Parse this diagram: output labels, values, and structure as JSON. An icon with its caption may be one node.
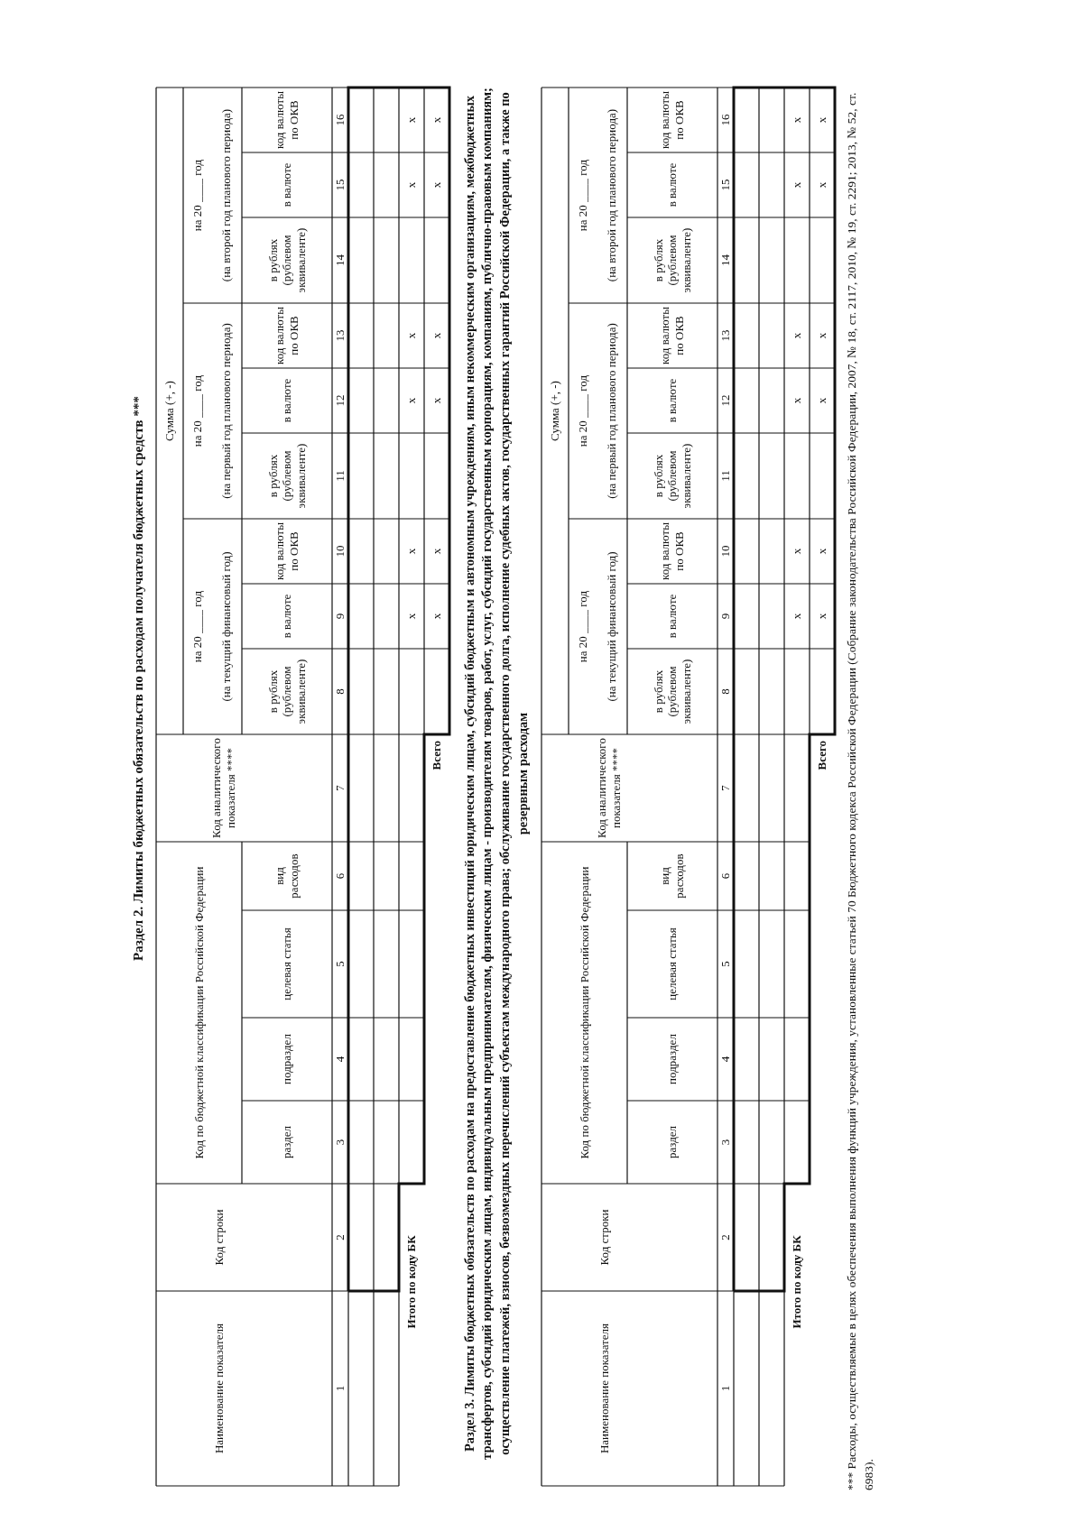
{
  "diagram": {
    "labels": [
      "Раздел 2. Лимиты бюджетных обязательств по расходам получателя бюджетных средств ***",
      "Наименование показателя",
      "Код строки",
      "Код по бюджетной классификации Российской Федерации",
      "Код аналитического показателя ****",
      "Сумма (+, -)",
      "на 20 ____ год",
      "(на текущий финансовый год)",
      "на 20 ____ год",
      "(на первый год планового периода)",
      "на 20 ____ год",
      "(на второй год планового периода)",
      "раздел",
      "подраздел",
      "целевая статья",
      "вид расходов",
      "в рублях (рублевом эквиваленте)",
      "в валюте",
      "код валюты по ОКВ",
      "в рублях (рублевом эквиваленте)",
      "в валюте",
      "код валюты по ОКВ",
      "в рублях (рублевом эквиваленте)",
      "в валюте",
      "код валюты по ОКВ",
      "1",
      "2",
      "3",
      "4",
      "5",
      "6",
      "7",
      "8",
      "9",
      "10",
      "11",
      "12",
      "13",
      "14",
      "15",
      "16",
      "Итого по коду БК",
      "x",
      "x",
      "x",
      "x",
      "x",
      "x",
      "Всего",
      "x",
      "x",
      "x",
      "x",
      "x",
      "x",
      "Раздел 3. Лимиты бюджетных обязательств по расходам на предоставление бюджетных инвестиций юридическим лицам, субсидий бюджетным и автономным учреждениям, иным некоммерческим организациям, межбюджетных трансфертов, субсидий юридическим лицам, индивидуальным предпринимателям, физическим лицам - производителям товаров, работ, услуг, субсидий государственным корпорациям, компаниям, публично-правовым компаниям; осуществление платежей, взносов, безвозмездных перечислений субъектам международного права; обслуживание государственного долга, исполнение судебных актов, государственных гарантий Российской Федерации, а также по резервным расходам",
      "Наименование показателя",
      "Код строки",
      "Код по бюджетной классификации Российской Федерации",
      "Код аналитического показателя ****",
      "Сумма (+, -)",
      "на 20 ____ год",
      "(на текущий финансовый год)",
      "на 20 ____ год",
      "(на первый год планового периода)",
      "на 20 ____ год",
      "(на второй год планового периода)",
      "раздел",
      "подраздел",
      "целевая статья",
      "вид расходов",
      "в рублях (рублевом эквиваленте)",
      "в валюте",
      "код валюты по ОКВ",
      "в рублях (рублевом эквиваленте)",
      "в валюте",
      "код валюты по ОКВ",
      "в рублях (рублевом эквиваленте)",
      "в валюте",
      "код валюты по ОКВ",
      "1",
      "2",
      "3",
      "4",
      "5",
      "6",
      "7",
      "8",
      "9",
      "10",
      "11",
      "12",
      "13",
      "14",
      "15",
      "16",
      "Итого по коду БК",
      "x",
      "x",
      "x",
      "x",
      "x",
      "x",
      "Всего",
      "x",
      "x",
      "x",
      "x",
      "x",
      "x",
      "*** Расходы, осуществляемые в целях обеспечения выполнения функций учреждения, установленные статьей 70 Бюджетного кодекса Российской Федерации (Собрание законодательства Российской Федерации, 2007, № 18, ст. 2117, 2010, № 19, ст. 2291; 2013, № 52, ст. 6983)."
    ]
  }
}
